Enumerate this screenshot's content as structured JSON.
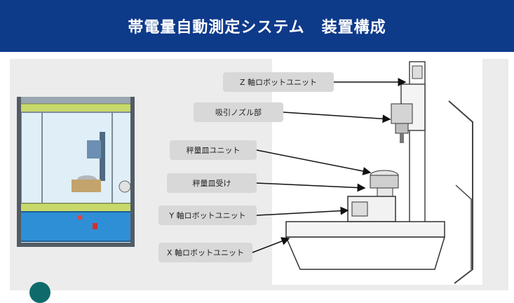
{
  "header": {
    "title_main": "帯電量自動測定システム",
    "title_sub": "装置構成",
    "background_color": "#0e3a8a",
    "text_color": "#ffffff"
  },
  "labels": {
    "z_axis": "Z 軸ロボットユニット",
    "suction": "吸引ノズル部",
    "scale": "秤量皿ユニット",
    "scale_receiver": "秤量皿受け",
    "y_axis": "Y 軸ロボットユニット",
    "x_axis": "X 軸ロボットユニット"
  },
  "colors": {
    "panel": "#ececec",
    "label_bg": "#d8d8d8",
    "machine_blue": "#2f8fd6",
    "machine_green": "#c8d96a",
    "teal": "#0f6b6b"
  }
}
